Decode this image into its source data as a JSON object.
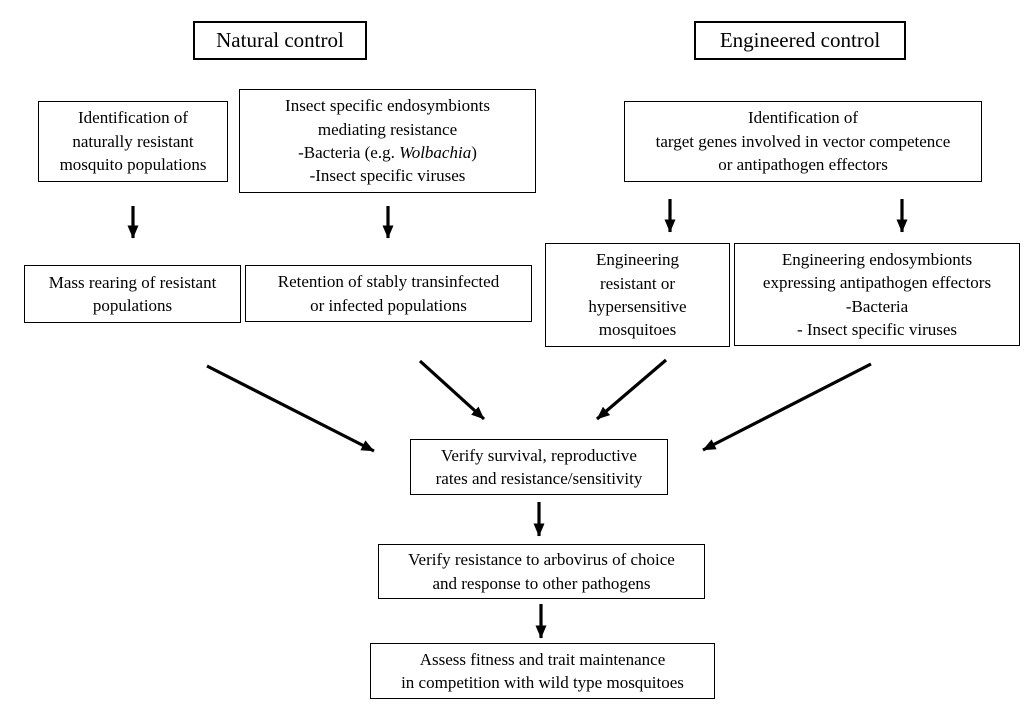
{
  "diagram": {
    "title_left": "Natural control",
    "title_right": "Engineered control",
    "colors": {
      "background": "#ffffff",
      "line": "#000000",
      "text": "#000000"
    }
  },
  "nodes": {
    "identify_natural": {
      "lines": [
        "Identification of",
        "naturally resistant",
        "mosquito populations"
      ]
    },
    "insect_endosymbionts": {
      "line1": "Insect specific endosymbionts",
      "line2": "mediating resistance",
      "line3_prefix": "-Bacteria (e.g. ",
      "line3_italic": "Wolbachia",
      "line3_suffix": ")",
      "line4": "-Insect specific viruses"
    },
    "identify_target_genes": {
      "lines": [
        "Identification of",
        "target genes involved in vector competence",
        "or antipathogen effectors"
      ]
    },
    "mass_rearing": {
      "lines": [
        "Mass rearing of resistant",
        "populations"
      ]
    },
    "retention": {
      "lines": [
        "Retention of stably transinfected",
        "or infected populations"
      ]
    },
    "engineering_mosquitoes": {
      "lines": [
        "Engineering",
        "resistant or",
        "hypersensitive",
        "mosquitoes"
      ]
    },
    "engineering_endosymbionts": {
      "lines": [
        "Engineering endosymbionts",
        "expressing antipathogen effectors",
        "-Bacteria",
        "- Insect specific viruses"
      ]
    },
    "verify_survival": {
      "lines": [
        "Verify survival, reproductive",
        "rates and resistance/sensitivity"
      ]
    },
    "verify_resistance": {
      "lines": [
        "Verify resistance to arbovirus of choice",
        "and response to other pathogens"
      ]
    },
    "assess_fitness": {
      "lines": [
        "Assess fitness and trait maintenance",
        "in competition with wild type mosquitoes"
      ]
    }
  },
  "edges": [
    {
      "from": "identify_natural",
      "to": "mass_rearing"
    },
    {
      "from": "insect_endosymbionts",
      "to": "retention"
    },
    {
      "from": "identify_target_genes",
      "to": "engineering_mosquitoes"
    },
    {
      "from": "identify_target_genes",
      "to": "engineering_endosymbionts"
    },
    {
      "from": "mass_rearing",
      "to": "verify_survival"
    },
    {
      "from": "retention",
      "to": "verify_survival"
    },
    {
      "from": "engineering_mosquitoes",
      "to": "verify_survival"
    },
    {
      "from": "engineering_endosymbionts",
      "to": "verify_survival"
    },
    {
      "from": "verify_survival",
      "to": "verify_resistance"
    },
    {
      "from": "verify_resistance",
      "to": "assess_fitness"
    }
  ]
}
